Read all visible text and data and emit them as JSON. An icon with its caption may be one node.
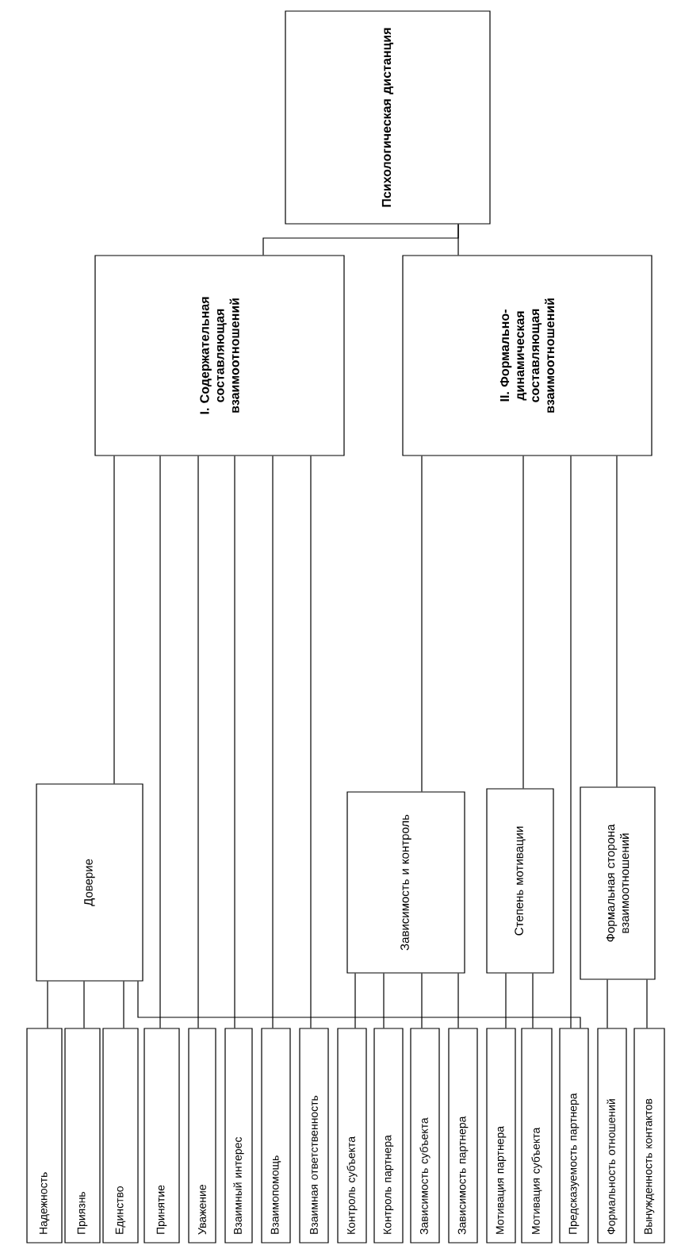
{
  "diagram": {
    "nodes": [
      {
        "text": [
          "Психологическая дистанция"
        ]
      },
      {
        "text": [
          "I. Содержательная составляющая взаимоотношений"
        ]
      },
      {
        "text": [
          "II. Формально-динамическая составляющая взаимоотношений"
        ]
      },
      {
        "text": [
          "Доверие"
        ]
      },
      {
        "text": [
          "Зависимость и контроль"
        ]
      },
      {
        "text": [
          "Степень мотивации"
        ]
      },
      {
        "text": [
          "Формальная сторона взаимоотношений"
        ]
      },
      {
        "text": [
          "Надежность"
        ]
      },
      {
        "text": [
          "Приязнь"
        ]
      },
      {
        "text": [
          "Единство"
        ]
      },
      {
        "text": [
          "Принятие"
        ]
      },
      {
        "text": [
          "Уважение"
        ]
      },
      {
        "text": [
          "Взаимный интерес"
        ]
      },
      {
        "text": [
          "Взаимопомощь"
        ]
      },
      {
        "text": [
          "Взаимная ответственность"
        ]
      },
      {
        "text": [
          "Контроль субъекта"
        ]
      },
      {
        "text": [
          "Контроль партнера"
        ]
      },
      {
        "text": [
          "Зависимость субъекта"
        ]
      },
      {
        "text": [
          "Зависимость партнера"
        ]
      },
      {
        "text": [
          "Мотивация партнера"
        ]
      },
      {
        "text": [
          "Мотивация субъекта"
        ]
      },
      {
        "text": [
          "Предсказуемость партнера"
        ]
      },
      {
        "text": [
          "Формальность отношений"
        ]
      },
      {
        "text": [
          "Вынужденность контактов"
        ]
      }
    ],
    "edges": [
      {
        "from": 0,
        "to": 1,
        "arrow": "none"
      },
      {
        "from": 0,
        "to": 2,
        "arrow": "none"
      },
      {
        "from": 1,
        "to": 3,
        "arrow": "none"
      },
      {
        "from": 1,
        "to": 10,
        "arrow": "none"
      },
      {
        "from": 1,
        "to": 11,
        "arrow": "none"
      },
      {
        "from": 1,
        "to": 12,
        "arrow": "none"
      },
      {
        "from": 1,
        "to": 13,
        "arrow": "none"
      },
      {
        "from": 1,
        "to": 14,
        "arrow": "none"
      },
      {
        "from": 2,
        "to": 4,
        "arrow": "none"
      },
      {
        "from": 2,
        "to": 5,
        "arrow": "none"
      },
      {
        "from": 2,
        "to": 21,
        "arrow": "none"
      },
      {
        "from": 2,
        "to": 6,
        "arrow": "none"
      },
      {
        "from": 3,
        "to": 7,
        "arrow": "none"
      },
      {
        "from": 3,
        "to": 8,
        "arrow": "none"
      },
      {
        "from": 3,
        "to": 9,
        "arrow": "none"
      },
      {
        "from": 3,
        "to": 21,
        "arrow": "none"
      },
      {
        "from": 4,
        "to": 15,
        "arrow": "none"
      },
      {
        "from": 4,
        "to": 16,
        "arrow": "none"
      },
      {
        "from": 4,
        "to": 17,
        "arrow": "none"
      },
      {
        "from": 4,
        "to": 18,
        "arrow": "none"
      },
      {
        "from": 5,
        "to": 19,
        "arrow": "none"
      },
      {
        "from": 5,
        "to": 20,
        "arrow": "none"
      },
      {
        "from": 6,
        "to": 22,
        "arrow": "none"
      },
      {
        "from": 6,
        "to": 23,
        "arrow": "none"
      }
    ]
  }
}
